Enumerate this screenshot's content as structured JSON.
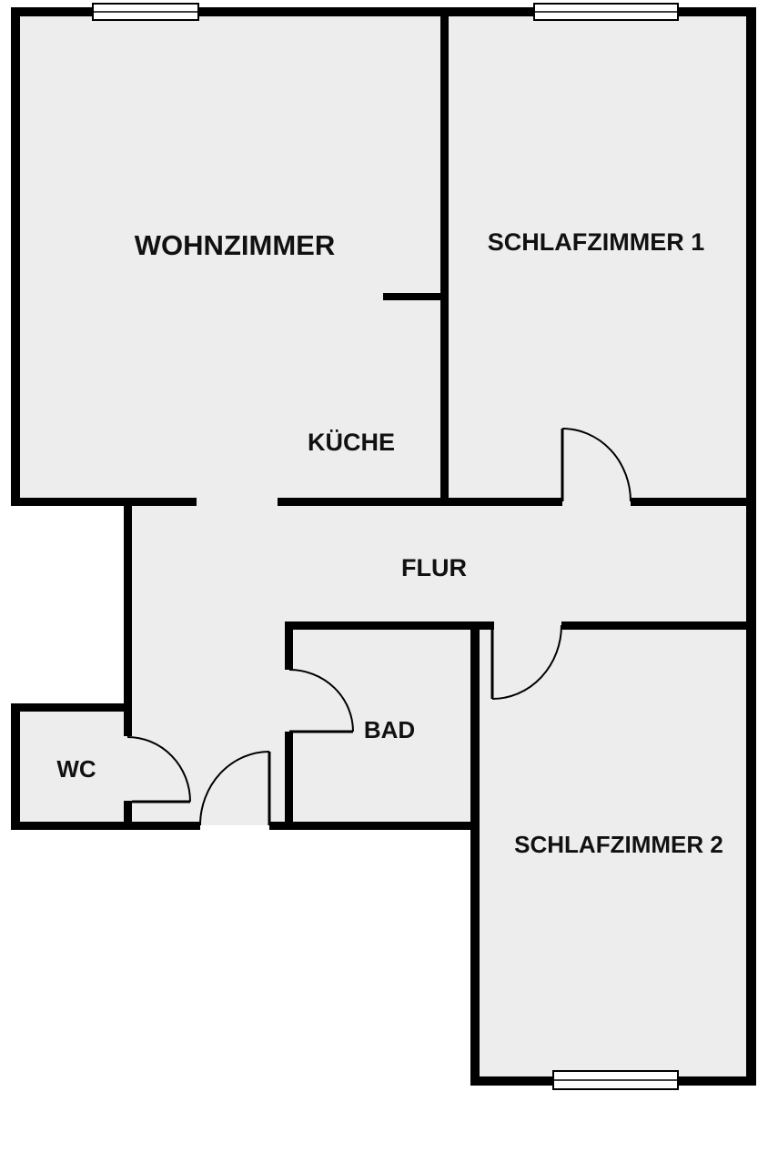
{
  "plan": {
    "colors": {
      "floor": "#ededed",
      "wall": "#000000",
      "background": "#ffffff",
      "window_fill": "#ffffff",
      "door_swing": "#000000"
    },
    "rooms": {
      "wohnzimmer": "WOHNZIMMER",
      "kueche": "KÜCHE",
      "schlafzimmer1": "SCHLAFZIMMER 1",
      "flur": "FLUR",
      "bad": "BAD",
      "wc": "WC",
      "schlafzimmer2": "SCHLAFZIMMER 2"
    }
  }
}
